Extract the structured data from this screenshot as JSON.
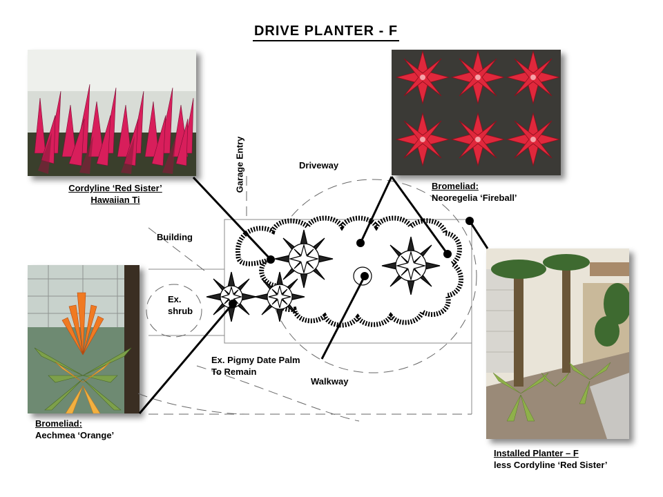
{
  "title": "DRIVE PLANTER - F",
  "labels": {
    "cordyline_name": "Cordyline ‘Red Sister’",
    "cordyline_common": "Hawaiian Ti",
    "bromeliad_fireball_header": "Bromeliad:",
    "bromeliad_fireball_name": "Neoregelia ‘Fireball’",
    "bromeliad_orange_header": "Bromeliad:",
    "bromeliad_orange_name": "Aechmea ‘Orange’",
    "installed_header": "Installed Planter – F",
    "installed_note": "less Cordyline ‘Red Sister’",
    "garage_entry": "Garage Entry",
    "driveway": "Driveway",
    "building": "Building",
    "ex_shrub_line1": "Ex.",
    "ex_shrub_line2": "shrub",
    "palm_line1": "Ex. Pigmy Date Palm",
    "palm_line2": "To Remain",
    "walkway": "Walkway"
  },
  "colors": {
    "cordyline": "#d81e5b",
    "fireball": "#e0283c",
    "orange_bloom": "#f07a22",
    "foliage_green": "#5a8a3a"
  }
}
